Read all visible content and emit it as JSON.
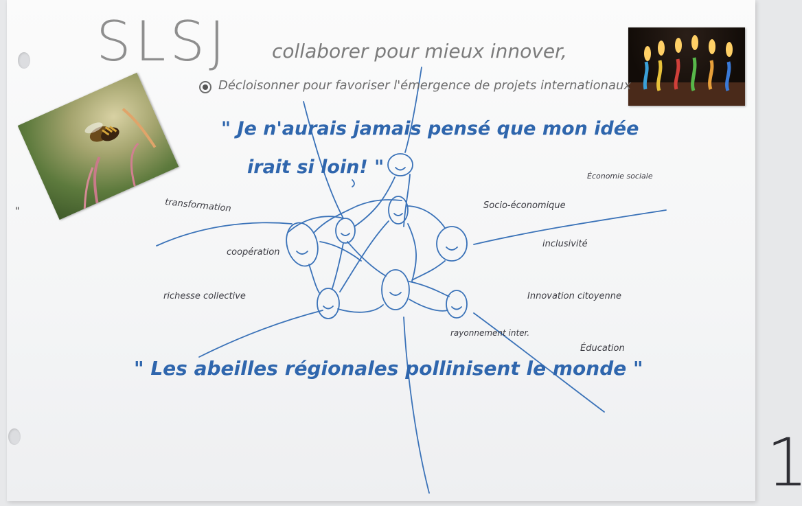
{
  "title": "SLSJ",
  "subtitle": "collaborer pour mieux innover,",
  "bullet": "Décloisonner pour favoriser l'émergence de projets internationaux",
  "quotes": {
    "line1": "\" Je n'aurais jamais pensé que mon idée",
    "line2": "irait si loin! \"",
    "bees": "\" Les abeilles régionales pollinisent le monde \""
  },
  "labels": {
    "transformation": "transformation",
    "cooperation": "coopération",
    "richesse": "richesse collective",
    "economie_sociale": "Économie sociale",
    "socio_economique": "Socio-économique",
    "inclusivite": "inclusivité",
    "innovation_citoyenne": "Innovation citoyenne",
    "rayonnement": "rayonnement inter.",
    "education": "Éducation"
  },
  "tick_mark": "\"",
  "page_number": "1",
  "colors": {
    "ink_blue": "#2f66ad",
    "pencil_gray": "#8a8a8a",
    "paper": "#f7f7f8"
  },
  "photos": [
    {
      "subject": "bee-on-flower"
    },
    {
      "subject": "birthday-candles"
    }
  ]
}
